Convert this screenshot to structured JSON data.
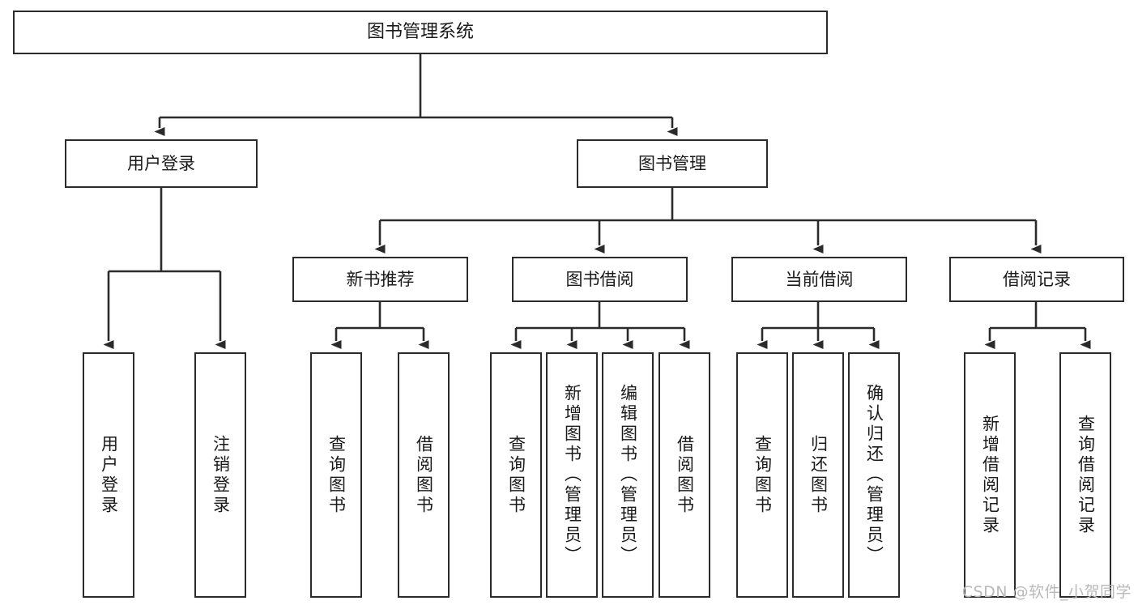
{
  "diagram": {
    "type": "tree-hierarchy",
    "title": "图书管理系统",
    "root": {
      "id": "root",
      "label": "图书管理系统"
    },
    "level2": [
      {
        "id": "user-login",
        "label": "用户登录"
      },
      {
        "id": "book-manage",
        "label": "图书管理"
      }
    ],
    "level3": [
      {
        "id": "new-book-recommend",
        "label": "新书推荐"
      },
      {
        "id": "book-borrow",
        "label": "图书借阅"
      },
      {
        "id": "current-borrow",
        "label": "当前借阅"
      },
      {
        "id": "borrow-record",
        "label": "借阅记录"
      }
    ],
    "leaves": {
      "user_login": [
        {
          "id": "leaf-user-login",
          "label": "用户登录"
        },
        {
          "id": "leaf-user-logout",
          "label": "注销登录"
        }
      ],
      "new_book_recommend": [
        {
          "id": "leaf-query-book-1",
          "label": "查询图书"
        },
        {
          "id": "leaf-borrow-book-1",
          "label": "借阅图书"
        }
      ],
      "book_borrow": [
        {
          "id": "leaf-query-book-2",
          "label": "查询图书"
        },
        {
          "id": "leaf-add-book",
          "label": "新增图书（管理员）"
        },
        {
          "id": "leaf-edit-book",
          "label": "编辑图书（管理员）"
        },
        {
          "id": "leaf-borrow-book-2",
          "label": "借阅图书"
        }
      ],
      "current_borrow": [
        {
          "id": "leaf-query-book-3",
          "label": "查询图书"
        },
        {
          "id": "leaf-return-book",
          "label": "归还图书"
        },
        {
          "id": "leaf-confirm-return",
          "label": "确认归还（管理员）"
        }
      ],
      "borrow_record": [
        {
          "id": "leaf-add-record",
          "label": "新增借阅记录"
        },
        {
          "id": "leaf-query-record",
          "label": "查询借阅记录"
        }
      ]
    }
  },
  "watermark": {
    "text": "CSDN @软件_小贺同学"
  },
  "colors": {
    "stroke": "#2b2b2b",
    "fill": "#ffffff",
    "text": "#1a1a1a",
    "watermark": "#b9b9b9"
  }
}
